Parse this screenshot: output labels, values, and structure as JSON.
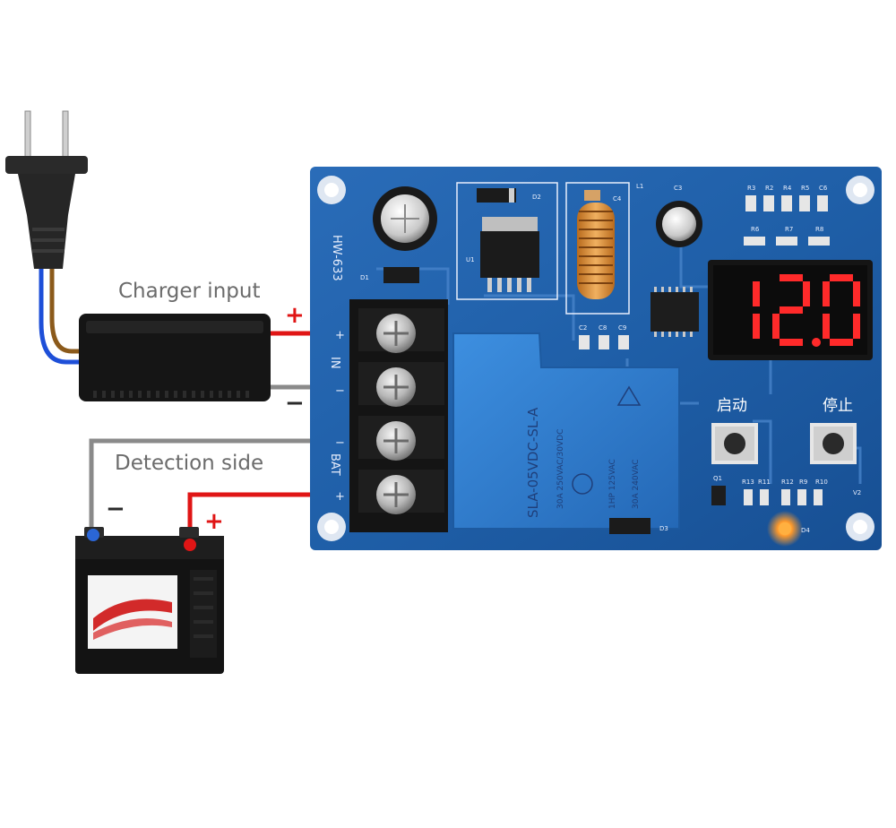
{
  "labels": {
    "charger_input": "Charger input",
    "detection_side": "Detection side",
    "plus": "+",
    "minus": "−"
  },
  "board": {
    "model": "HW-633",
    "terminal_in": "IN",
    "terminal_bat": "BAT",
    "term_plus": "+",
    "term_minus": "−",
    "display": "12.0",
    "start_button": "启动",
    "stop_button": "停止",
    "relay_model": "SLA-05VDC-SL-A",
    "relay_rating_1": "30A 250VAC/30VDC",
    "relay_rating_2": "1HP 125VAC",
    "relay_rating_3": "30A 240VAC",
    "components": {
      "r3": "R3",
      "r2": "R2",
      "r4": "R4",
      "r5": "R5",
      "c6": "C6",
      "r6": "R6",
      "r7": "R7",
      "r8": "R8",
      "c3": "C3",
      "l1": "L1",
      "c4": "C4",
      "d2": "D2",
      "u1": "U1",
      "d1": "D1",
      "c2": "C2",
      "c8": "C8",
      "c9": "C9",
      "q1": "Q1",
      "r13": "R13",
      "r11": "R11",
      "r12": "R12",
      "r9": "R9",
      "r10": "R10",
      "d3": "D3",
      "d4": "D4",
      "v2": "V2"
    }
  },
  "colors": {
    "pcb": "#1f5fa8",
    "wire_red": "#e01515",
    "wire_gray": "#8a8a8a",
    "wire_blue": "#1e4fd8",
    "wire_brown": "#8b5a1b",
    "relay": "#2f7fd0",
    "display_red": "#ff2a2a"
  }
}
